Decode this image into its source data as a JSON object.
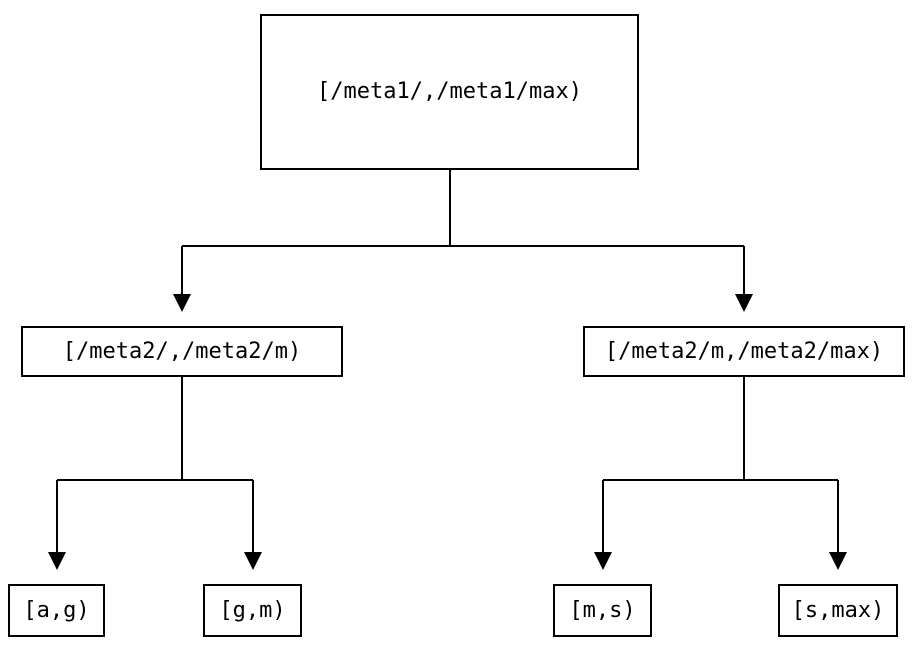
{
  "diagram": {
    "type": "tree",
    "root": {
      "label": "[/meta1/,/meta1/max)"
    },
    "level2": [
      {
        "label": "[/meta2/,/meta2/m)"
      },
      {
        "label": "[/meta2/m,/meta2/max)"
      }
    ],
    "leaves": [
      {
        "label": "[a,g)"
      },
      {
        "label": "[g,m)"
      },
      {
        "label": "[m,s)"
      },
      {
        "label": "[s,max)"
      }
    ],
    "colors": {
      "background": "#ffffff",
      "line": "#000000",
      "box_border": "#000000",
      "text": "#000000"
    }
  }
}
